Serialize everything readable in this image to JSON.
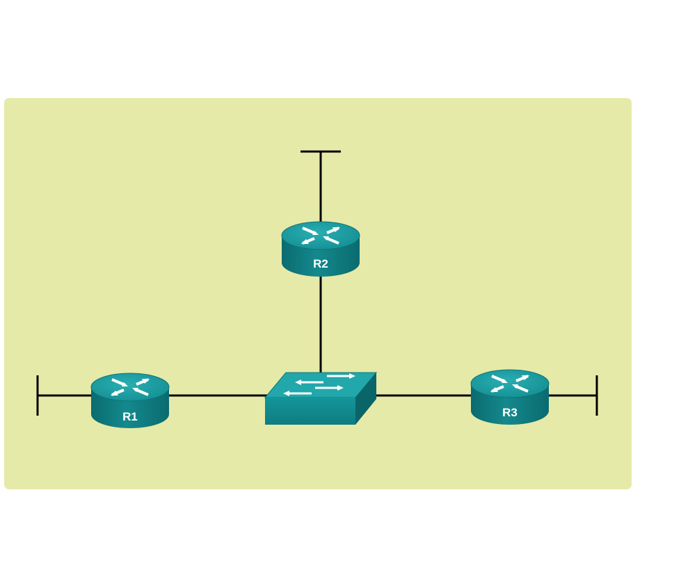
{
  "colors": {
    "page_background": "#ffffff",
    "panel_background": "#e6eaa8",
    "link": "#000000",
    "device_top": "#1a9a9e",
    "device_side": "#0c7478",
    "device_edge": "#0a6569",
    "arrow": "#ffffff"
  },
  "devices": {
    "r1": {
      "type": "router",
      "label": "R1",
      "icon": "router-icon"
    },
    "r2": {
      "type": "router",
      "label": "R2",
      "icon": "router-icon"
    },
    "r3": {
      "type": "router",
      "label": "R3",
      "icon": "router-icon"
    },
    "switch": {
      "type": "switch",
      "label": "",
      "icon": "switch-icon"
    }
  },
  "links": [
    {
      "from": "r1",
      "to": "switch"
    },
    {
      "from": "r2",
      "to": "switch"
    },
    {
      "from": "r3",
      "to": "switch"
    },
    {
      "from": "r1",
      "to": "lan-stub"
    },
    {
      "from": "r2",
      "to": "lan-stub"
    },
    {
      "from": "r3",
      "to": "lan-stub"
    }
  ]
}
